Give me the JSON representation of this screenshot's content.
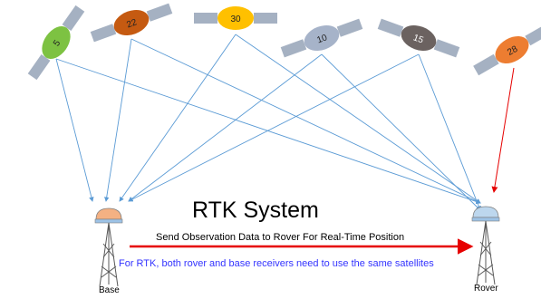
{
  "title": "RTK System",
  "subtitle": "Send Observation Data to Rover For Real-Time Position",
  "note": "For RTK, both rover and base receivers need to use the same satellites",
  "receivers": [
    {
      "id": "base",
      "label": "Base"
    },
    {
      "id": "rover",
      "label": "Rover"
    }
  ],
  "satellites": [
    {
      "id": "5",
      "label": "5",
      "color": "#7dc242"
    },
    {
      "id": "22",
      "label": "22",
      "color": "#c55a11"
    },
    {
      "id": "30",
      "label": "30",
      "color": "#ffc000"
    },
    {
      "id": "10",
      "label": "10",
      "color": "#a6b3c9"
    },
    {
      "id": "15",
      "label": "15",
      "color": "#6b6260"
    },
    {
      "id": "28",
      "label": "28",
      "color": "#ed7d31"
    }
  ],
  "colors": {
    "signal_line": "#5b9bd5",
    "red_line": "#e60000",
    "panel": "#a5b1c2",
    "note_text": "#3333ff",
    "base_dome": "#f4b183",
    "rover_dome": "#bdd7ee"
  }
}
